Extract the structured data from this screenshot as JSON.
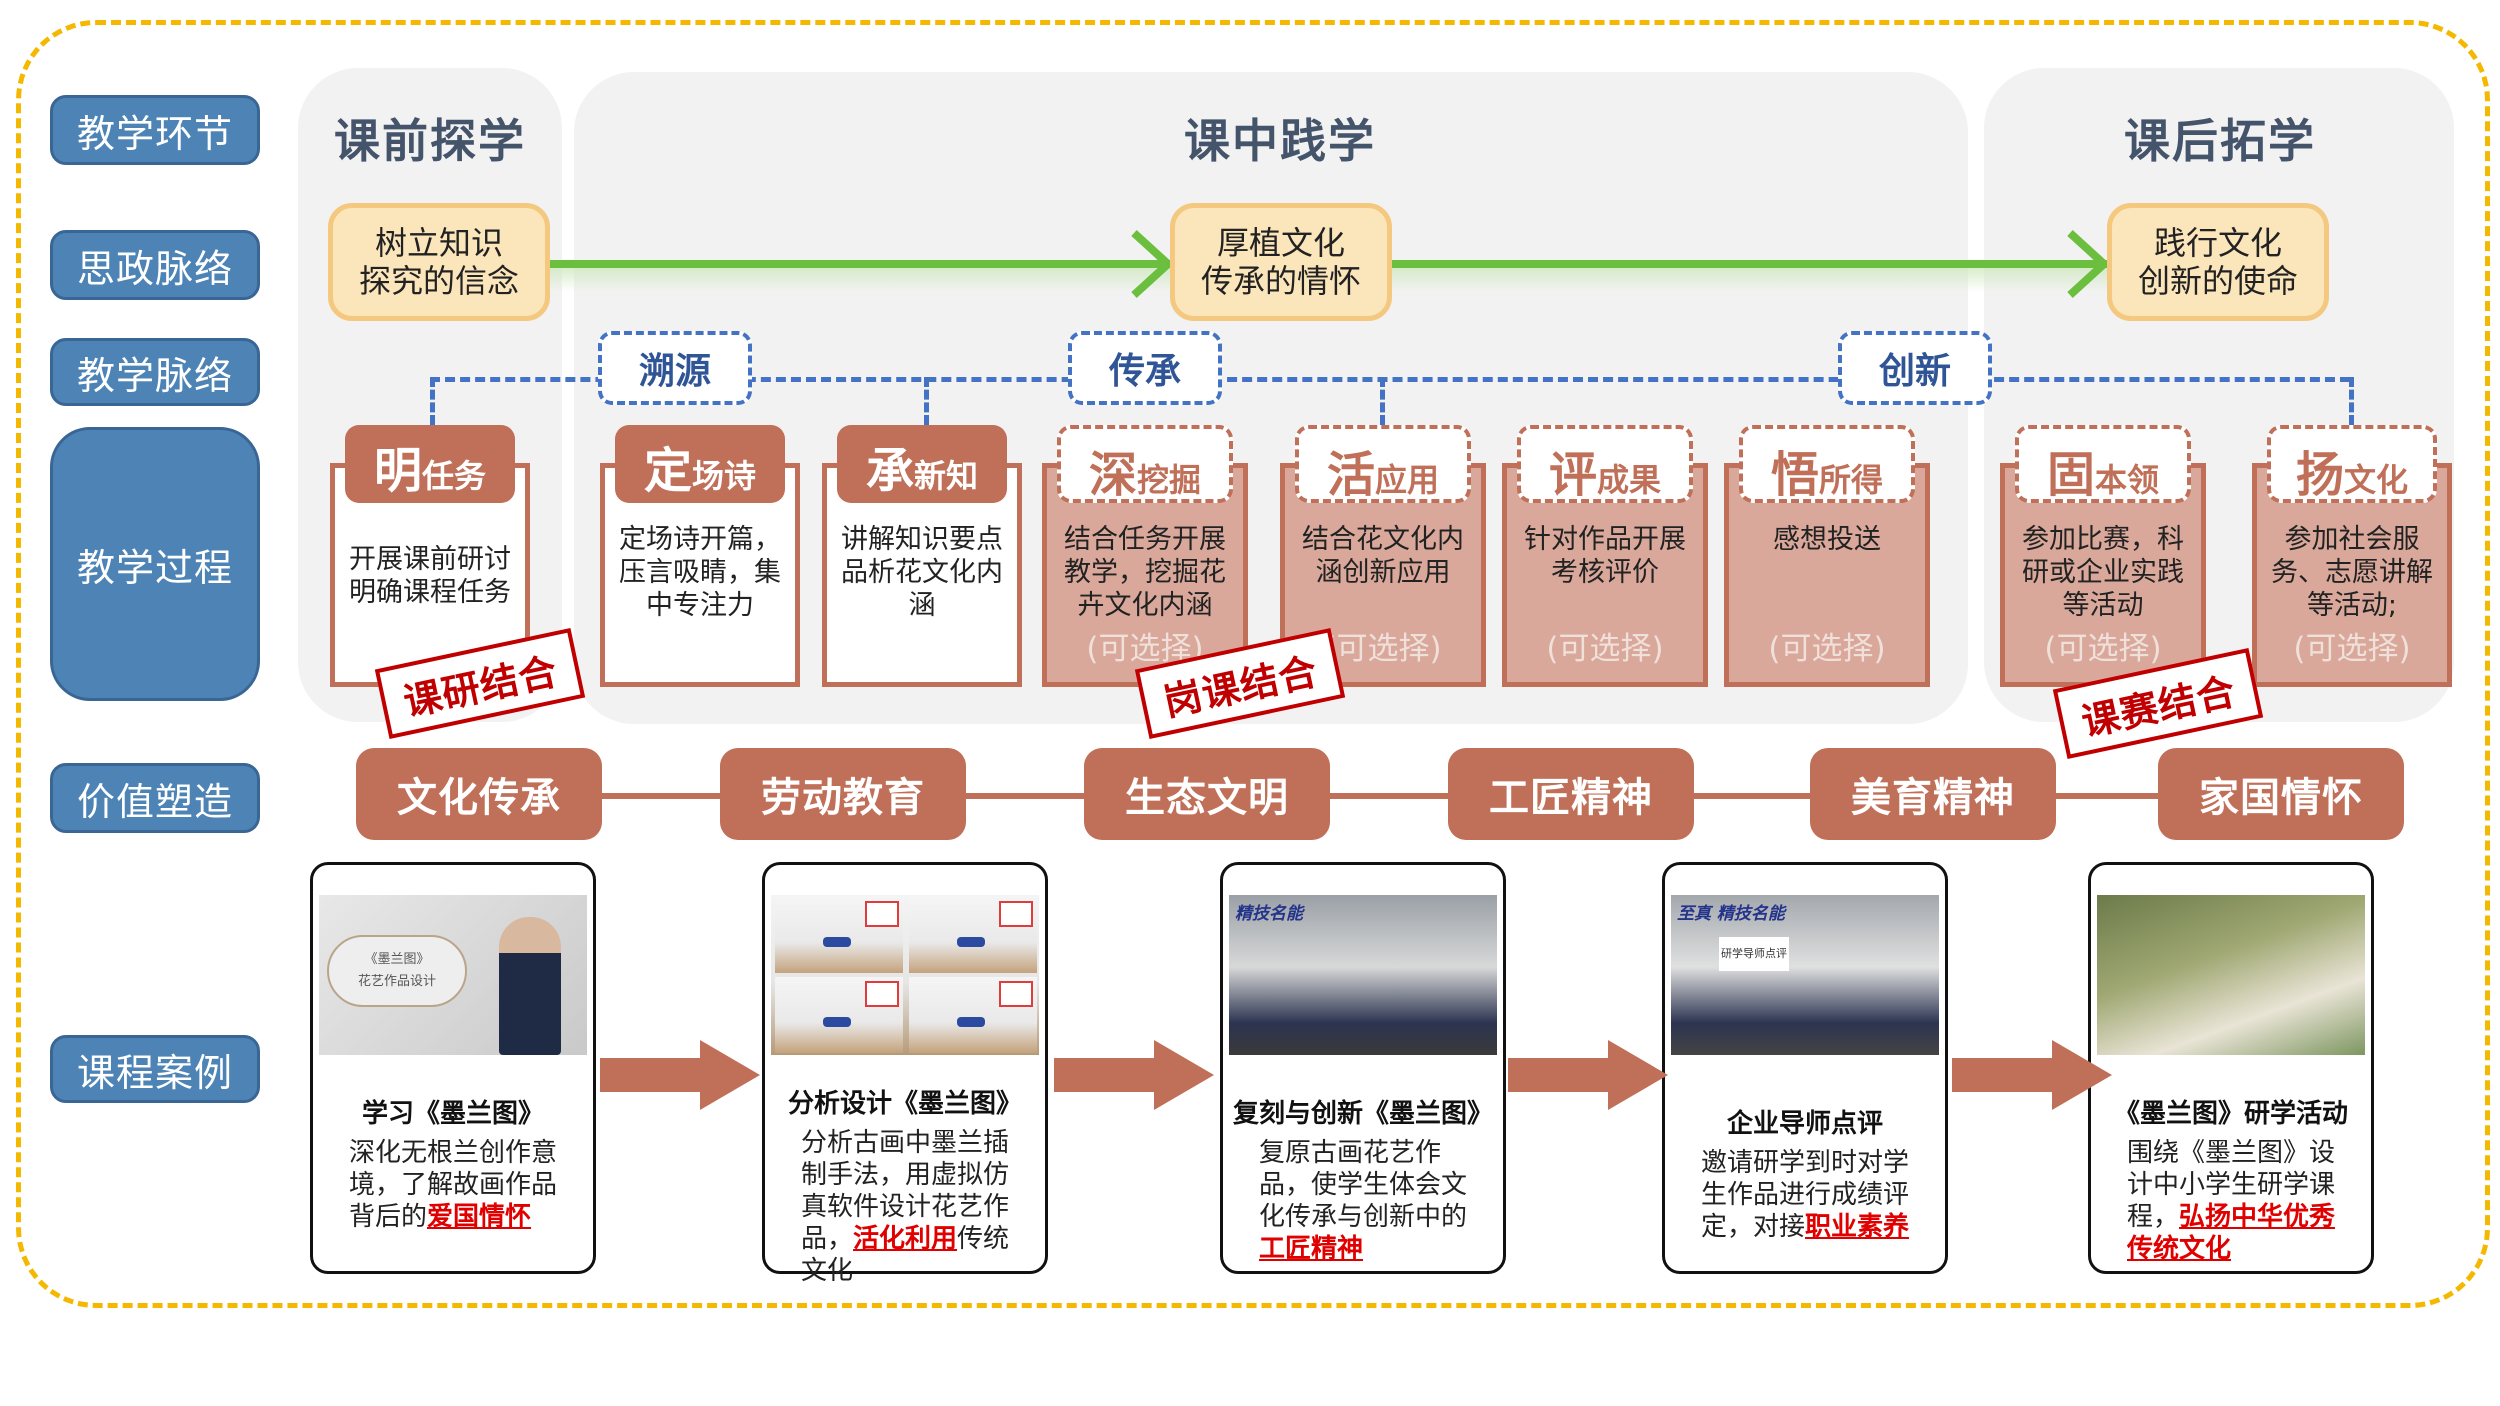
{
  "row_labels": {
    "stage": "教学环节",
    "ideology": "思政脉络",
    "teaching_thread": "教学脉络",
    "process": "教学过程",
    "value": "价值塑造",
    "cases": "课程案例"
  },
  "stages": [
    {
      "title": "课前探学"
    },
    {
      "title": "课中践学"
    },
    {
      "title": "课后拓学"
    }
  ],
  "ideology": [
    {
      "line1": "树立知识",
      "line2": "探究的信念"
    },
    {
      "line1": "厚植文化",
      "line2": "传承的情怀"
    },
    {
      "line1": "践行文化",
      "line2": "创新的使命"
    }
  ],
  "teaching_thread": [
    "溯源",
    "传承",
    "创新"
  ],
  "process": [
    {
      "big": "明",
      "small": "任务",
      "body": "开展课前研讨明确课程任务",
      "optional": ""
    },
    {
      "big": "定",
      "small": "场诗",
      "body": "定场诗开篇，压言吸睛，集中专注力",
      "optional": ""
    },
    {
      "big": "承",
      "small": "新知",
      "body": "讲解知识要点品析花文化内涵",
      "optional": ""
    },
    {
      "big": "深",
      "small": "挖掘",
      "body": "结合任务开展教学，挖掘花卉文化内涵",
      "optional": "(可选择)"
    },
    {
      "big": "活",
      "small": "应用",
      "body": "结合花文化内涵创新应用",
      "optional": "(可选择)"
    },
    {
      "big": "评",
      "small": "成果",
      "body": "针对作品开展考核评价",
      "optional": "(可选择)"
    },
    {
      "big": "悟",
      "small": "所得",
      "body": "感想投送",
      "optional": "(可选择)"
    },
    {
      "big": "固",
      "small": "本领",
      "body": "参加比赛，科研或企业实践等活动",
      "optional": "(可选择)"
    },
    {
      "big": "扬",
      "small": "文化",
      "body": "参加社会服务、志愿讲解等活动;",
      "optional": "(可选择)"
    }
  ],
  "stamps": [
    "课研结合",
    "岗课结合",
    "课赛结合"
  ],
  "values": [
    "文化传承",
    "劳动教育",
    "生态文明",
    "工匠精神",
    "美育精神",
    "家国情怀"
  ],
  "cases": [
    {
      "title": "学习《墨兰图》",
      "desc_pre": "深化无根兰创作意境，了解故画作品背后的",
      "highlight": "爱国情怀",
      "desc_post": "",
      "photo": "teacher-video-lecture"
    },
    {
      "title": "分析设计《墨兰图》",
      "desc_pre": "分析古画中墨兰插制手法，用虚拟仿真软件设计花艺作品，",
      "highlight": "活化利用",
      "desc_post": "传统文化",
      "photo": "virtual-simulation-grid"
    },
    {
      "title": "复刻与创新《墨兰图》",
      "desc_pre": "复原古画花艺作品，使学生体会文化传承与创新中的",
      "highlight": "工匠精神",
      "desc_post": "",
      "photo": "students-presentation"
    },
    {
      "title": "企业导师点评",
      "desc_pre": "邀请研学到时对学生作品进行成绩评定，对接",
      "highlight": "职业素养",
      "desc_post": "",
      "photo": "mentor-review"
    },
    {
      "title": "《墨兰图》研学活动",
      "desc_pre": "围绕《墨兰图》设计中小学生研学课程，",
      "highlight": "弘扬中华优秀传统文化",
      "desc_post": "",
      "photo": "children-study-tour"
    }
  ],
  "photo_captions": {
    "lecture_slide_line1": "《墨兰图》",
    "lecture_slide_line2": "花艺作品设计",
    "banner_3": "精技名能",
    "banner_4": "至真 精技名能",
    "screen_4": "研学导师点评"
  },
  "colors": {
    "label_blue": "#4d84b5",
    "stage_gray": "#f2f2f2",
    "ideology_fill": "#fbe5bb",
    "green_arrow": "#6cbf3e",
    "thread_blue": "#4472c4",
    "terracotta": "#c06f58",
    "card_pink": "#d9a89b",
    "stamp_red": "#c00000",
    "highlight_red": "#e00000",
    "frame_yellow": "#f5b800"
  }
}
